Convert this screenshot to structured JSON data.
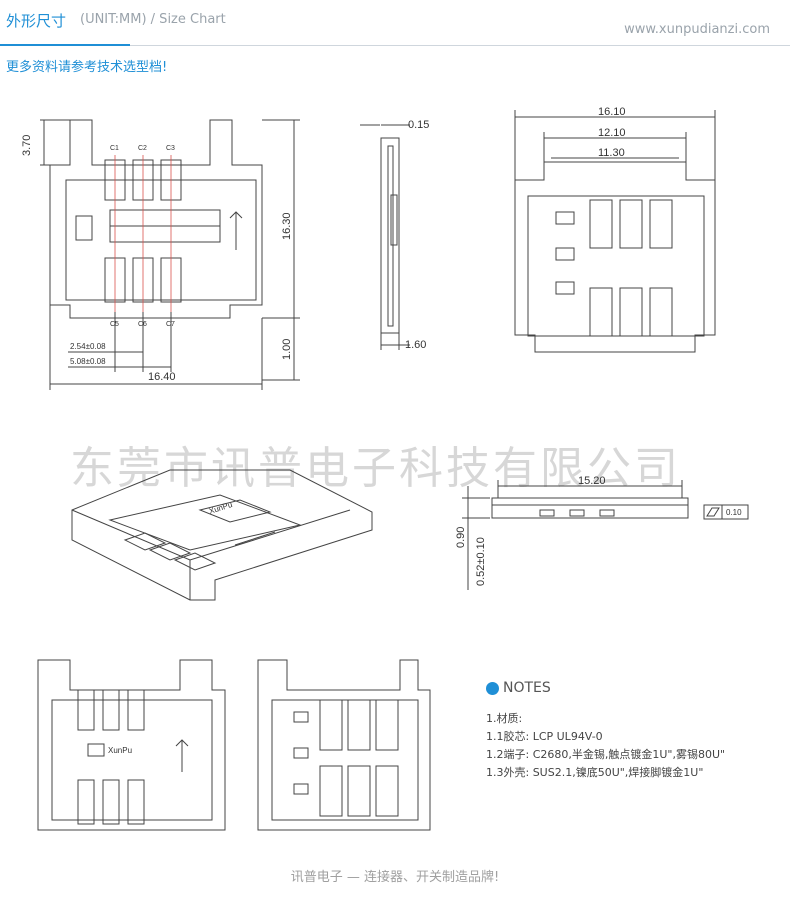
{
  "header": {
    "title_cn": "外形尺寸",
    "title_en": "(UNIT:MM) / Size Chart",
    "website": "www.xunpudianzi.com",
    "subtitle": "更多资料请参考技术选型档!"
  },
  "colors": {
    "accent": "#1f8fd6",
    "line": "#444444",
    "dim_red": "#d9534f",
    "watermark": "#d7d7d7"
  },
  "drawing_top": {
    "dims": {
      "d370": "3.70",
      "d1630": "16.30",
      "d100": "1.00",
      "d1640": "16.40",
      "d254": "2.54±0.08",
      "d508": "5.08±0.08"
    },
    "pins_top": [
      "C1",
      "C2",
      "C3"
    ],
    "pins_bottom": [
      "C5",
      "C6",
      "C7"
    ]
  },
  "drawing_side": {
    "d015": "0.15",
    "d160": "1.60"
  },
  "drawing_right": {
    "d1610": "16.10",
    "d1210": "12.10",
    "d1130": "11.30"
  },
  "brand": {
    "logo_text": "XunPu"
  },
  "watermark": "东莞市讯普电子科技有限公司",
  "drawing_profile": {
    "d1520": "15.20",
    "d090": "0.90",
    "d052": "0.52±0.10",
    "flatness": "0.10"
  },
  "notes": {
    "heading": "NOTES",
    "items": [
      "1.材质:",
      "1.1胶芯:  LCP UL94V-0",
      "1.2端子:  C2680,半金锡,触点镀金1U\",雾锡80U\"",
      "1.3外壳:  SUS2.1,镍底50U\",焊接脚镀金1U\""
    ]
  },
  "footer": "讯普电子 — 连接器、开关制造品牌!"
}
